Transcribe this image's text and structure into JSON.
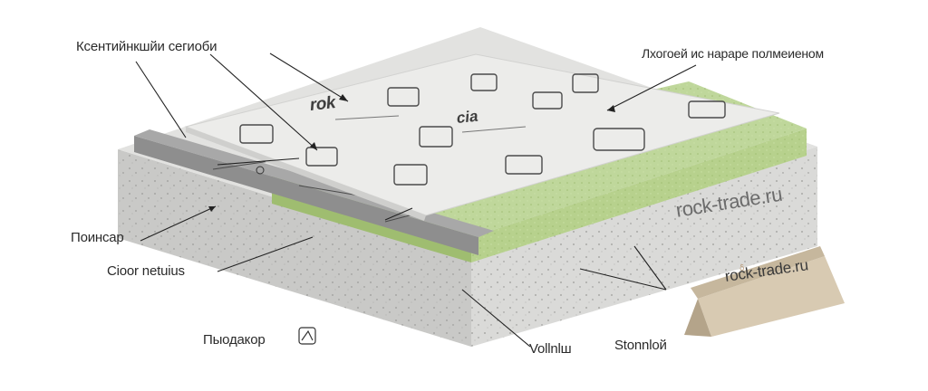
{
  "labels": [
    "Ксентийнкшйи сегиоби",
    "Лхогоей ис нараре полмеиеном",
    "Поинсар",
    "Cioor netuius",
    "Пыодакор",
    "Vollnlш",
    "Stonnloй"
  ],
  "brand": {
    "slab_text": "rock-trade.ru",
    "sign_text": "rock-trade.ru",
    "sign_mark": "ẟ"
  },
  "membrane": {
    "logo": "rok",
    "logo2": "cia"
  },
  "colors": {
    "concrete": "#d9d9d7",
    "concrete_side": "#c7c7c5",
    "insulation": "#b4cf8c",
    "membrane": "#ececea",
    "strip": "#8d8d8d",
    "sign": "#cfbfa6",
    "leader": "#222222"
  }
}
